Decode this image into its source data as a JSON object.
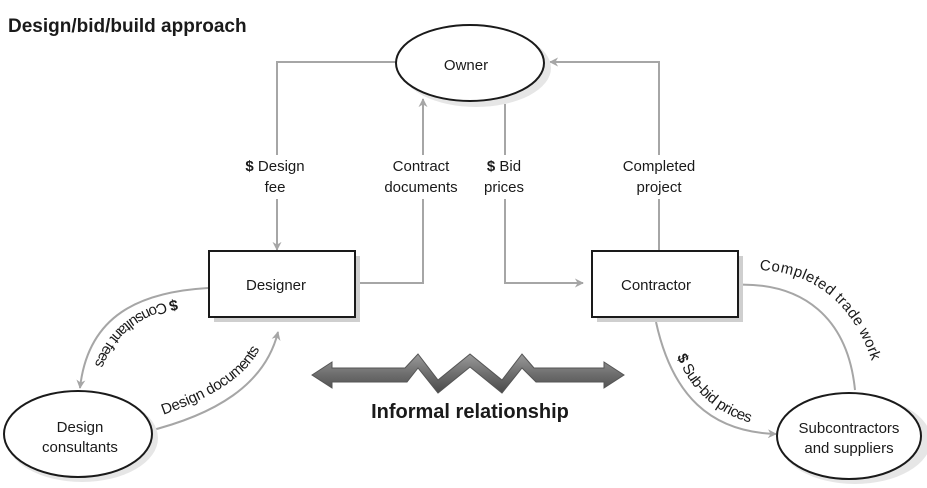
{
  "title": "Design/bid/build approach",
  "nodes": {
    "owner": "Owner",
    "designer": "Designer",
    "contractor": "Contractor",
    "design_consultants": [
      "Design",
      "consultants"
    ],
    "subcontractors": [
      "Subcontractors",
      "and suppliers"
    ]
  },
  "edges": {
    "design_fee": {
      "dollar": "$",
      "lines": [
        " Design",
        "fee"
      ]
    },
    "contract_documents": [
      "Contract",
      "documents"
    ],
    "bid_prices": {
      "dollar": "$",
      "lines": [
        " Bid",
        "prices"
      ]
    },
    "completed_project": [
      "Completed",
      "project"
    ],
    "consultant_fees": {
      "dollar": "$",
      "text": " Consultant fees"
    },
    "design_documents": "Design documents",
    "sub_bid_prices": {
      "dollar": "$",
      "text": " Sub-bid prices"
    },
    "completed_trade_work": "Completed trade work"
  },
  "informal_relationship": "Informal relationship"
}
